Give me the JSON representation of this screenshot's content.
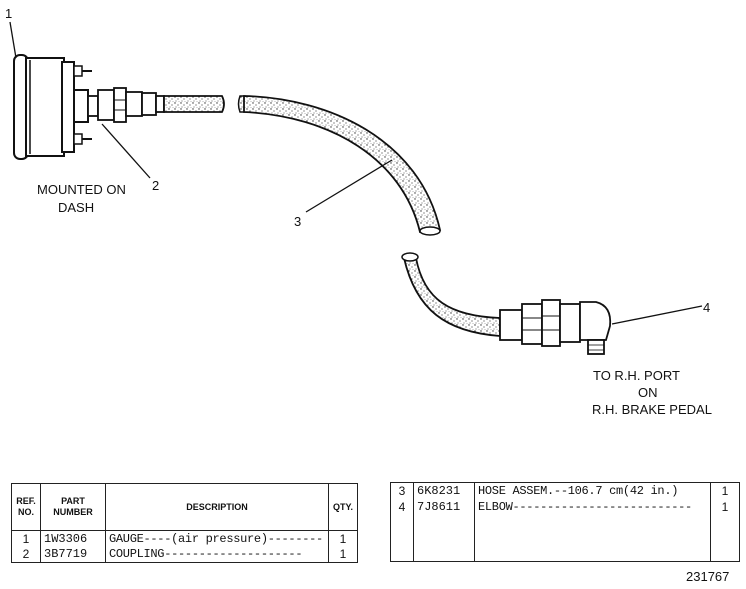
{
  "callouts": {
    "c1": "1",
    "c2": "2",
    "c3": "3",
    "c4": "4"
  },
  "notes": {
    "mounted_line1": "MOUNTED ON",
    "mounted_line2": "DASH",
    "to_line1": "TO R.H.  PORT",
    "to_line2": "ON",
    "to_line3": "R.H.  BRAKE PEDAL"
  },
  "table_headers": {
    "ref_no_line1": "REF.",
    "ref_no_line2": "NO.",
    "part_number_line1": "PART",
    "part_number_line2": "NUMBER",
    "description": "DESCRIPTION",
    "qty": "QTY."
  },
  "parts_left": [
    {
      "ref": "1",
      "part": "1W3306",
      "desc": "GAUGE----(air pressure)--------",
      "qty": "1"
    },
    {
      "ref": "2",
      "part": "3B7719",
      "desc": "COUPLING--------------------",
      "qty": "1"
    }
  ],
  "parts_right": [
    {
      "ref": "3",
      "part": "6K8231",
      "desc": "HOSE ASSEM.--106.7 cm(42 in.)",
      "qty": "1"
    },
    {
      "ref": "4",
      "part": "7J8611",
      "desc": "ELBOW--------------------------",
      "qty": "1"
    }
  ],
  "drawing_number": "231767"
}
